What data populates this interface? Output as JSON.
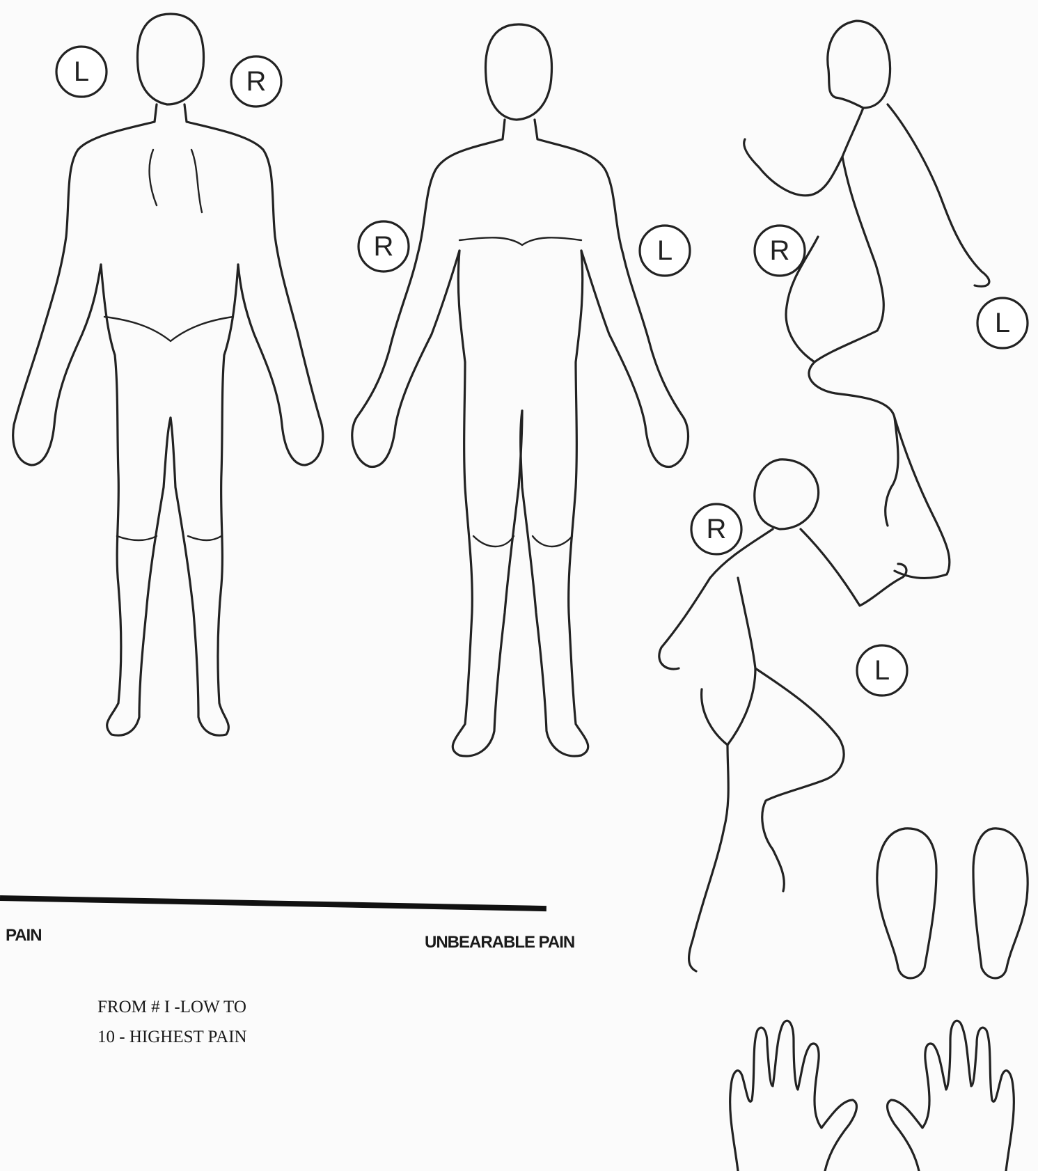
{
  "diagram": {
    "side_markers": {
      "back_left": "L",
      "back_right": "R",
      "front_right": "R",
      "front_left": "L",
      "profile_upper_right": "R",
      "profile_upper_left": "L",
      "profile_lower_right": "R",
      "profile_lower_left": "L"
    }
  },
  "scale": {
    "low_label": "PAIN",
    "high_label": "UNBEARABLE PAIN",
    "instruction_line1": "FROM # I -LOW TO",
    "instruction_line2": "10 - HIGHEST PAIN"
  }
}
